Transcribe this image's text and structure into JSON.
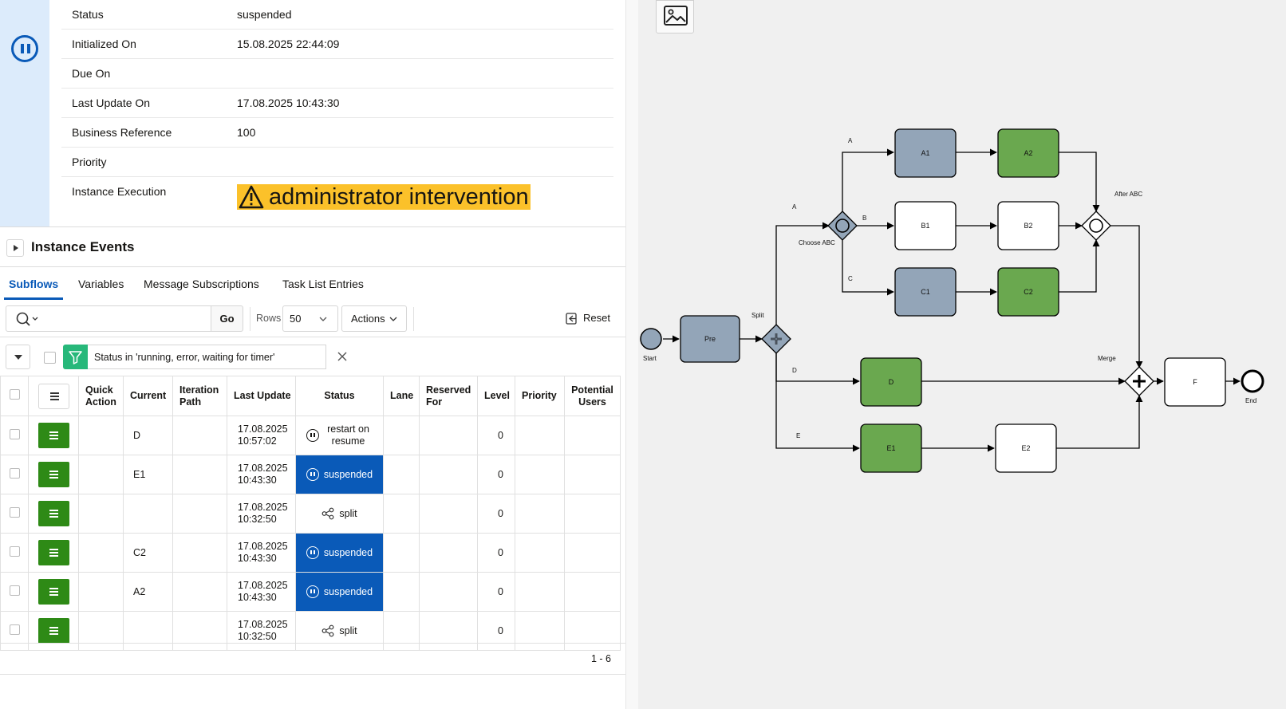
{
  "details": {
    "rows": [
      {
        "label": "Status",
        "value": "suspended"
      },
      {
        "label": "Initialized On",
        "value": "15.08.2025 22:44:09"
      },
      {
        "label": "Due On",
        "value": ""
      },
      {
        "label": "Last Update On",
        "value": "17.08.2025 10:43:30"
      },
      {
        "label": "Business Reference",
        "value": "100"
      },
      {
        "label": "Priority",
        "value": ""
      }
    ],
    "execution_label": "Instance Execution",
    "execution_value": "administrator intervention"
  },
  "events": {
    "title": "Instance Events"
  },
  "tabs": [
    "Subflows",
    "Variables",
    "Message Subscriptions",
    "Task List Entries"
  ],
  "toolbar": {
    "go_label": "Go",
    "rows_label": "Rows",
    "rows_value": "50",
    "actions_label": "Actions",
    "reset_label": "Reset"
  },
  "filter": {
    "text": "Status in 'running, error, waiting for timer'"
  },
  "table": {
    "headers": [
      "Quick Action",
      "Current",
      "Iteration Path",
      "Last Update",
      "Status",
      "Lane",
      "Reserved For",
      "Level",
      "Priority",
      "Potential Users"
    ],
    "rows": [
      {
        "current": "D",
        "date": "17.08.2025",
        "time": "10:57:02",
        "status": "restart on resume",
        "status_type": "pause-plain",
        "level": "0"
      },
      {
        "current": "E1",
        "date": "17.08.2025",
        "time": "10:43:30",
        "status": "suspended",
        "status_type": "suspended",
        "level": "0"
      },
      {
        "current": "",
        "date": "17.08.2025",
        "time": "10:32:50",
        "status": "split",
        "status_type": "split",
        "level": "0"
      },
      {
        "current": "C2",
        "date": "17.08.2025",
        "time": "10:43:30",
        "status": "suspended",
        "status_type": "suspended",
        "level": "0"
      },
      {
        "current": "A2",
        "date": "17.08.2025",
        "time": "10:43:30",
        "status": "suspended",
        "status_type": "suspended",
        "level": "0"
      },
      {
        "current": "",
        "date": "17.08.2025",
        "time": "10:32:50",
        "status": "split",
        "status_type": "split",
        "level": "0"
      }
    ],
    "pagination": "1 - 6"
  },
  "colors": {
    "accent": "#0a5ab8",
    "completed_task": "#6aa84f",
    "current_task": "#93a5b8",
    "warning": "#fbc12a",
    "menu_button": "#2e8a16",
    "filter_icon": "#27b87a"
  },
  "diagram": {
    "tasks": {
      "pre": "Pre",
      "a1": "A1",
      "a2": "A2",
      "b1": "B1",
      "b2": "B2",
      "c1": "C1",
      "c2": "C2",
      "d": "D",
      "e1": "E1",
      "e2": "E2",
      "f": "F"
    },
    "labels": {
      "start": "Start",
      "end": "End",
      "split": "Split",
      "merge": "Merge",
      "choose_abc": "Choose ABC",
      "after_abc": "After ABC",
      "flow_a": "A",
      "flow_a_upper": "A",
      "flow_b": "B",
      "flow_c": "C",
      "flow_d": "D",
      "flow_e": "E"
    }
  }
}
